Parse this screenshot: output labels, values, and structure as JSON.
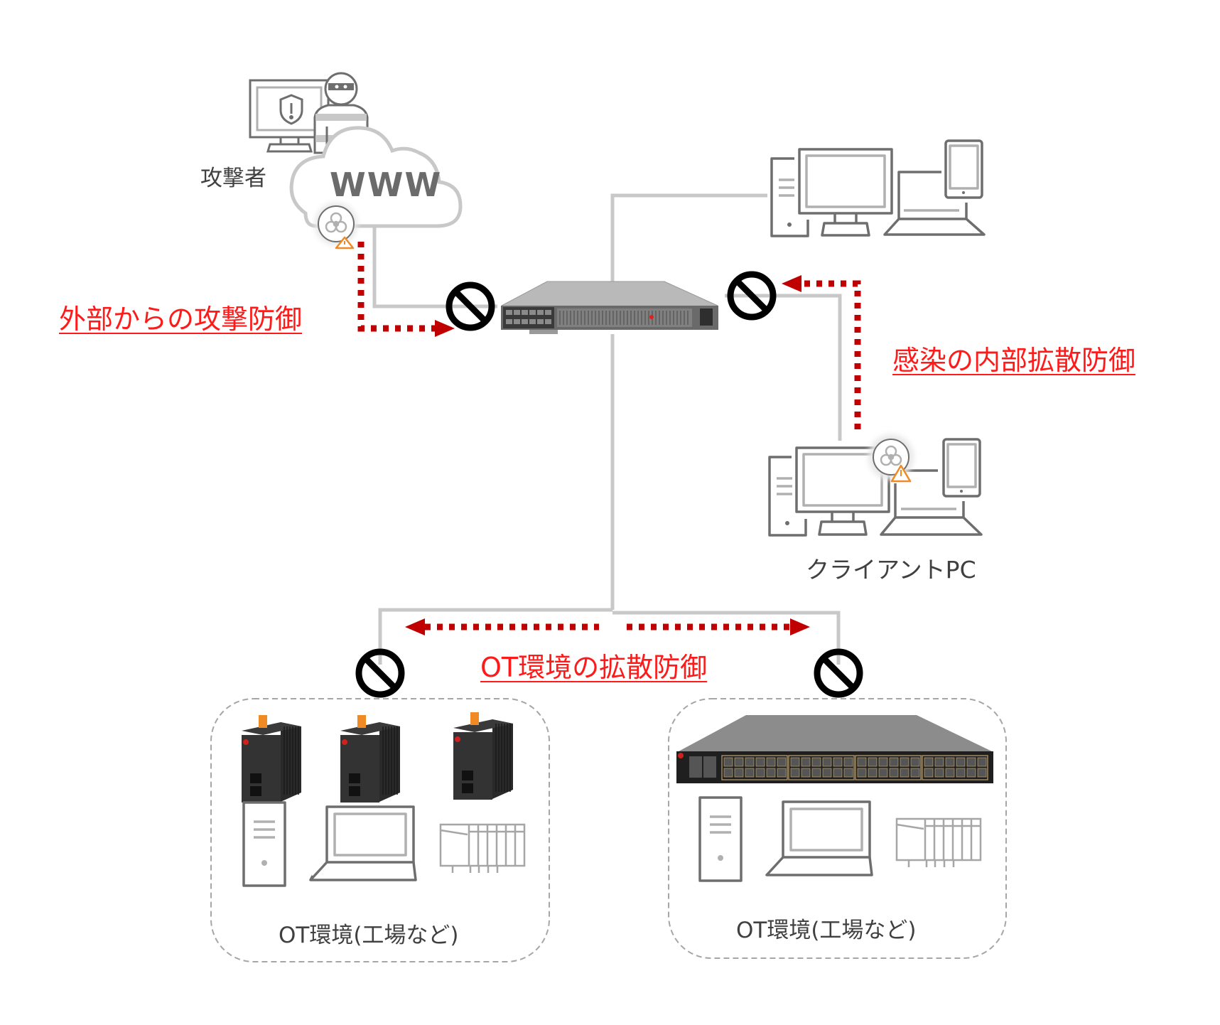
{
  "labels": {
    "attacker": "攻撃者",
    "www": "WWW",
    "external_defense": "外部からの攻撃防御",
    "internal_spread_defense": "感染の内部拡散防御",
    "client_pc": "クライアントPC",
    "ot_spread_defense": "OT環境の拡散防御",
    "ot_env_left": "OT環境(工場など)",
    "ot_env_right": "OT環境(工場など)"
  },
  "nodes": [
    {
      "id": "attacker",
      "icon": "hacker-with-monitor-icon"
    },
    {
      "id": "internet",
      "icon": "cloud-icon"
    },
    {
      "id": "firewall",
      "icon": "rack-appliance-icon"
    },
    {
      "id": "office-devices",
      "icon": "desktop-laptop-tablet-icon"
    },
    {
      "id": "client-pc",
      "icon": "desktop-laptop-tablet-icon",
      "infected": true
    },
    {
      "id": "ot-left",
      "devices": [
        "din-rail-gateway",
        "din-rail-gateway",
        "din-rail-gateway",
        "tower-pc",
        "laptop",
        "plc"
      ]
    },
    {
      "id": "ot-right",
      "devices": [
        "48-port-switch",
        "tower-pc",
        "laptop",
        "plc"
      ]
    }
  ],
  "colors": {
    "line": "#c8c8c8",
    "icon_stroke": "#6e6e6e",
    "threat_red": "#c00000",
    "label_red": "#ff1a1a",
    "warning_orange": "#f08a24",
    "block_black": "#000000"
  }
}
